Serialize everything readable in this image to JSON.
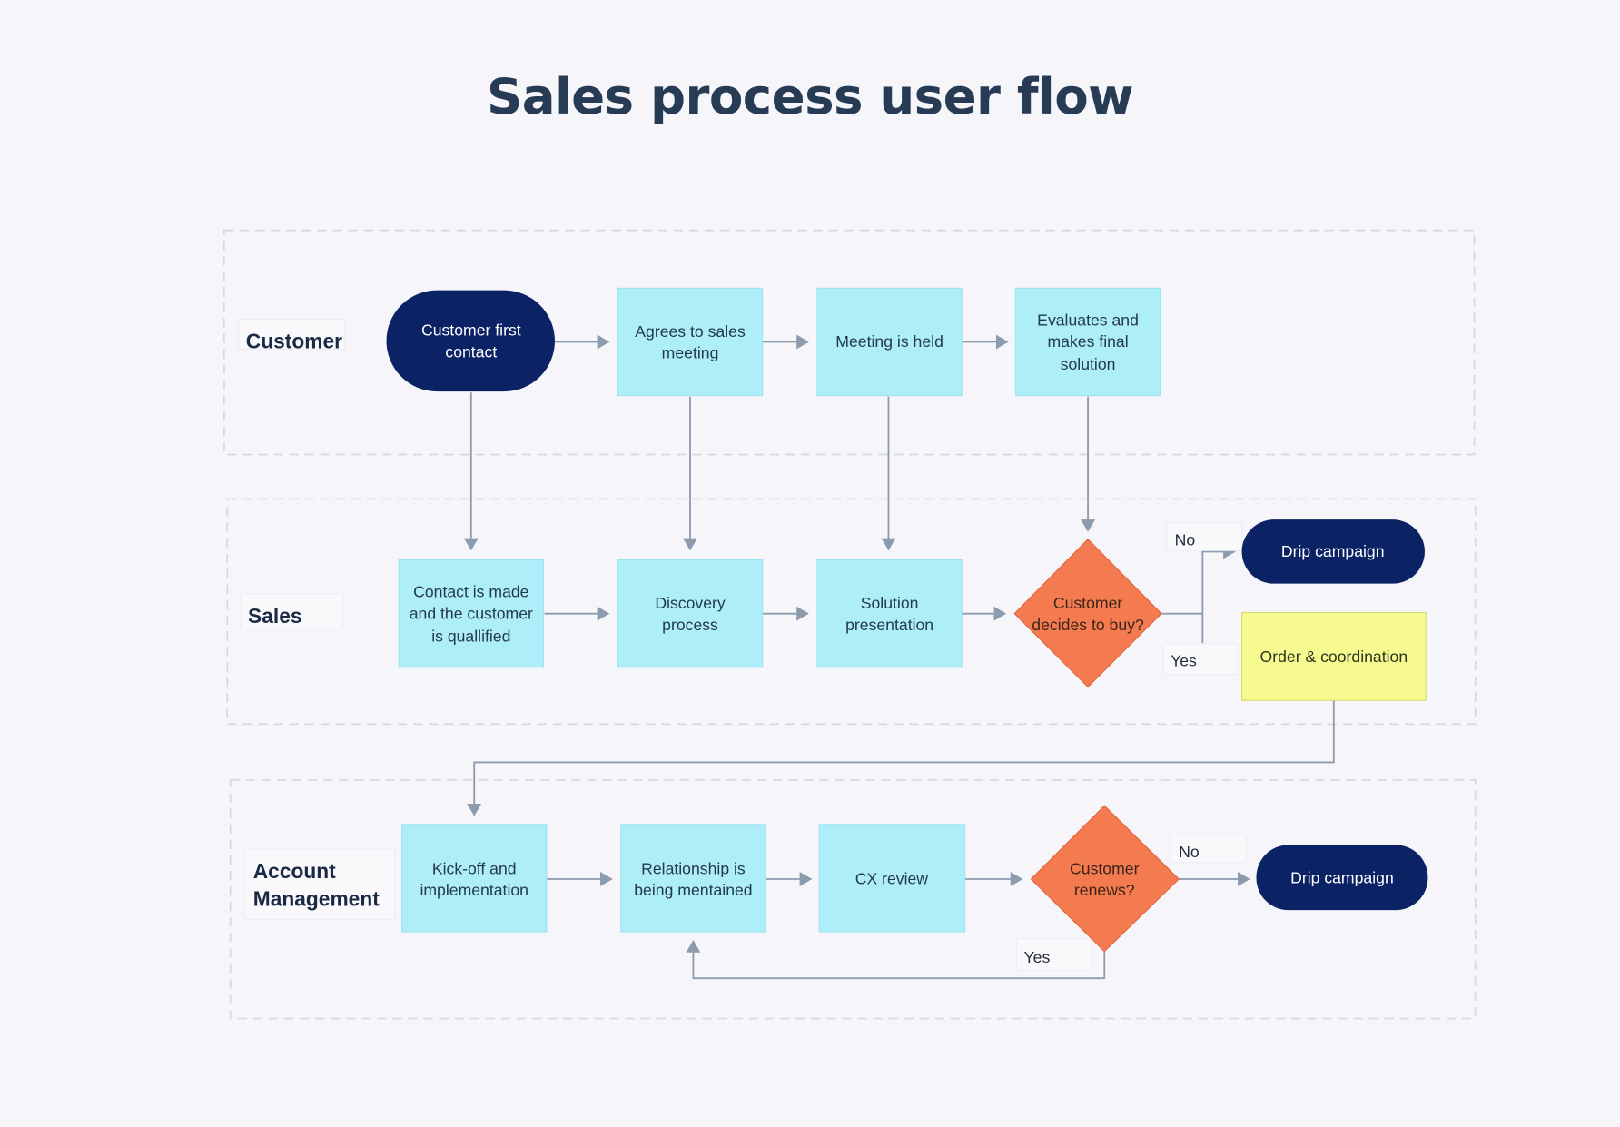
{
  "title": "Sales process user flow",
  "colors": {
    "background": "#f6f6fa",
    "title": "#283b55",
    "process_box": "#adeef9",
    "terminal": "#0b2264",
    "decision": "#f47b4f",
    "highlight_box": "#f7fb8f",
    "connector": "#8d9bae",
    "lane_border": "#d6d8df"
  },
  "lanes": [
    {
      "id": "customer",
      "label_lines": [
        "Customer"
      ]
    },
    {
      "id": "sales",
      "label_lines": [
        "Sales"
      ]
    },
    {
      "id": "account",
      "label_lines": [
        "Account",
        "Management"
      ]
    }
  ],
  "nodes": [
    {
      "id": "n1",
      "lane": "customer",
      "shape": "terminal",
      "lines": [
        "Customer first",
        "contact"
      ]
    },
    {
      "id": "n2",
      "lane": "customer",
      "shape": "process",
      "lines": [
        "Agrees to sales",
        "meeting"
      ]
    },
    {
      "id": "n3",
      "lane": "customer",
      "shape": "process",
      "lines": [
        "Meeting is held"
      ]
    },
    {
      "id": "n4",
      "lane": "customer",
      "shape": "process",
      "lines": [
        "Evaluates and",
        "makes final",
        "solution"
      ]
    },
    {
      "id": "n5",
      "lane": "sales",
      "shape": "process",
      "lines": [
        "Contact is made",
        "and the customer",
        "is quallified"
      ]
    },
    {
      "id": "n6",
      "lane": "sales",
      "shape": "process",
      "lines": [
        "Discovery",
        "process"
      ]
    },
    {
      "id": "n7",
      "lane": "sales",
      "shape": "process",
      "lines": [
        "Solution",
        "presentation"
      ]
    },
    {
      "id": "n8",
      "lane": "sales",
      "shape": "decision",
      "lines": [
        "Customer",
        "decides to buy?"
      ]
    },
    {
      "id": "n9",
      "lane": "sales",
      "shape": "terminal",
      "lines": [
        "Drip campaign"
      ]
    },
    {
      "id": "n10",
      "lane": "sales",
      "shape": "highlight",
      "lines": [
        "Order & coordination"
      ]
    },
    {
      "id": "n11",
      "lane": "account",
      "shape": "process",
      "lines": [
        "Kick-off and",
        "implementation"
      ]
    },
    {
      "id": "n12",
      "lane": "account",
      "shape": "process",
      "lines": [
        "Relationship is",
        "being mentained"
      ]
    },
    {
      "id": "n13",
      "lane": "account",
      "shape": "process",
      "lines": [
        "CX review"
      ]
    },
    {
      "id": "n14",
      "lane": "account",
      "shape": "decision",
      "lines": [
        "Customer",
        "renews?"
      ]
    },
    {
      "id": "n15",
      "lane": "account",
      "shape": "terminal",
      "lines": [
        "Drip campaign"
      ]
    }
  ],
  "edges": [
    {
      "from": "n1",
      "to": "n2",
      "label": ""
    },
    {
      "from": "n2",
      "to": "n3",
      "label": ""
    },
    {
      "from": "n3",
      "to": "n4",
      "label": ""
    },
    {
      "from": "n1",
      "to": "n5",
      "label": ""
    },
    {
      "from": "n2",
      "to": "n6",
      "label": ""
    },
    {
      "from": "n3",
      "to": "n7",
      "label": ""
    },
    {
      "from": "n4",
      "to": "n8",
      "label": ""
    },
    {
      "from": "n5",
      "to": "n6",
      "label": ""
    },
    {
      "from": "n6",
      "to": "n7",
      "label": ""
    },
    {
      "from": "n7",
      "to": "n8",
      "label": ""
    },
    {
      "from": "n8",
      "to": "n9",
      "label": "No"
    },
    {
      "from": "n8",
      "to": "n10",
      "label": "Yes"
    },
    {
      "from": "n10",
      "to": "n11",
      "label": ""
    },
    {
      "from": "n11",
      "to": "n12",
      "label": ""
    },
    {
      "from": "n12",
      "to": "n13",
      "label": ""
    },
    {
      "from": "n13",
      "to": "n14",
      "label": ""
    },
    {
      "from": "n14",
      "to": "n15",
      "label": "No"
    },
    {
      "from": "n14",
      "to": "n12",
      "label": "Yes"
    }
  ]
}
